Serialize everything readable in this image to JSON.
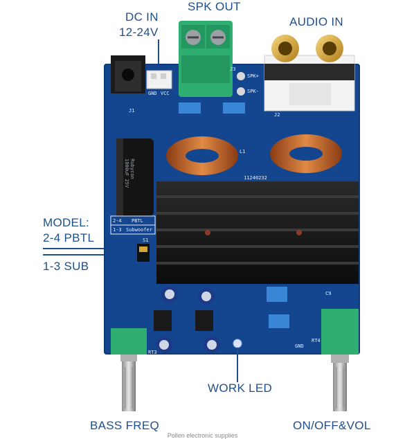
{
  "labels": {
    "spk_out": "SPK OUT",
    "dc_in": "DC IN",
    "dc_range": "12-24V",
    "audio_in": "AUDIO IN",
    "model_title": "MODEL:",
    "model_pbtl": "2-4 PBTL",
    "model_sub": "1-3 SUB",
    "work_led": "WORK LED",
    "bass_freq": "BASS FREQ",
    "onoff_vol": "ON/OFF&VOL"
  },
  "silkscreen": {
    "gnd": "GND",
    "vcc": "VCC",
    "j1": "J1",
    "j2": "J2",
    "j3": "J3",
    "spk_plus": "SPK+",
    "spk_minus": "SPK-",
    "l1": "L1",
    "pbtl_code": "2-4",
    "pbtl_name": "PBTL",
    "sub_code": "1-3",
    "sub_name": "Subwoofer",
    "s1": "S1",
    "rt3": "RT3",
    "rt4": "RT4",
    "c9": "C9",
    "cap_brand": "Rubycon",
    "cap_rating": "1000uF 25V",
    "date_code": "11240232"
  },
  "caption": "Pollen electronic supplies",
  "colors": {
    "label": "#1f4e8c",
    "board": "#13468f",
    "terminal": "#2fae72",
    "heatsink": "#161616",
    "coil": "#c5642a"
  }
}
